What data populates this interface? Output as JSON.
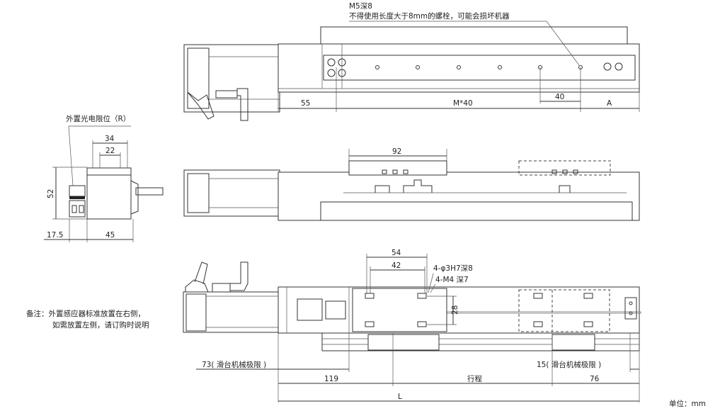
{
  "top_view": {
    "note_line1": "M5深8",
    "note_line2": "不得使用长度大于8mm的螺栓，可能会损坏机器",
    "dim_55": "55",
    "dim_m40": "M*40",
    "dim_40": "40",
    "dim_a": "A"
  },
  "middle_view": {
    "dim_92": "92"
  },
  "side_view": {
    "sensor_label": "外置光电限位（R）",
    "dim_34": "34",
    "dim_22": "22",
    "dim_52": "52",
    "dim_17_5": "17.5",
    "dim_45": "45"
  },
  "remark": {
    "line1": "备注：外置感应器标准放置在右侧，",
    "line2": "如需放置左侧，请订购时说明"
  },
  "bottom_view": {
    "dim_54": "54",
    "dim_42": "42",
    "hole1": "4-φ3H7深8",
    "hole2": "4-M4 深7",
    "dim_28": "28",
    "limit_left": "73( 滑台机械极限 )",
    "limit_right": "15( 滑台机械极限 )",
    "dim_119": "119",
    "dim_stroke": "行程",
    "dim_76": "76",
    "dim_l": "L"
  },
  "unit": "单位：mm"
}
